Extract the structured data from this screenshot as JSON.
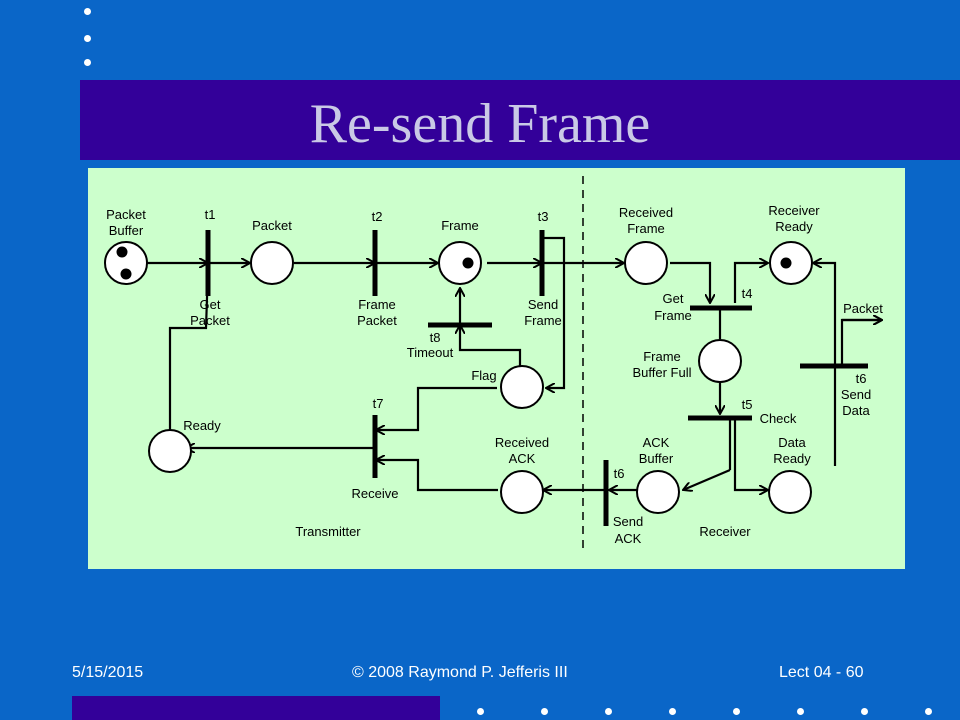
{
  "slide": {
    "title": "Re-send Frame",
    "footer_date": "5/15/2015",
    "footer_copyright": "© 2008 Raymond P. Jefferis III",
    "footer_page": "Lect 04 - 60"
  },
  "colors": {
    "background": "#0a66c8",
    "title_bar": "#330099",
    "title_text": "#c9c9e6",
    "diagram_bg": "#ccffcc"
  },
  "diagram": {
    "places": {
      "packet_buffer": [
        "Packet",
        "Buffer"
      ],
      "packet": [
        "Packet"
      ],
      "frame": [
        "Frame"
      ],
      "flag": [
        "Flag"
      ],
      "ready": [
        "Ready"
      ],
      "received_ack": [
        "Received",
        "ACK"
      ],
      "received_frame": [
        "Received",
        "Frame"
      ],
      "receiver_ready": [
        "Receiver",
        "Ready"
      ],
      "frame_buffer_full": [
        "Frame",
        "Buffer Full"
      ],
      "ack_buffer": [
        "ACK",
        "Buffer"
      ],
      "data_ready": [
        "Data",
        "Ready"
      ]
    },
    "transitions": {
      "t1": {
        "id": "t1",
        "name": [
          "Get",
          "Packet"
        ]
      },
      "t2": {
        "id": "t2",
        "name": [
          "Frame",
          "Packet"
        ]
      },
      "t3": {
        "id": "t3",
        "name": [
          "Send",
          "Frame"
        ]
      },
      "t8": {
        "id": "t8",
        "name": [
          "Timeout"
        ]
      },
      "t7": {
        "id": "t7",
        "name": [
          "Receive"
        ]
      },
      "t4": {
        "id": "t4",
        "name": [
          "Get",
          "Frame"
        ]
      },
      "t5": {
        "id": "t5",
        "name": [
          "Check"
        ]
      },
      "t6_send_data": {
        "id": "t6",
        "name": [
          "Send",
          "Data"
        ]
      },
      "t6_send_ack": {
        "id": "t6",
        "name": [
          "Send",
          "ACK"
        ]
      }
    },
    "outputs": {
      "packet_out": "Packet"
    },
    "sections": {
      "transmitter": "Transmitter",
      "receiver": "Receiver"
    }
  }
}
